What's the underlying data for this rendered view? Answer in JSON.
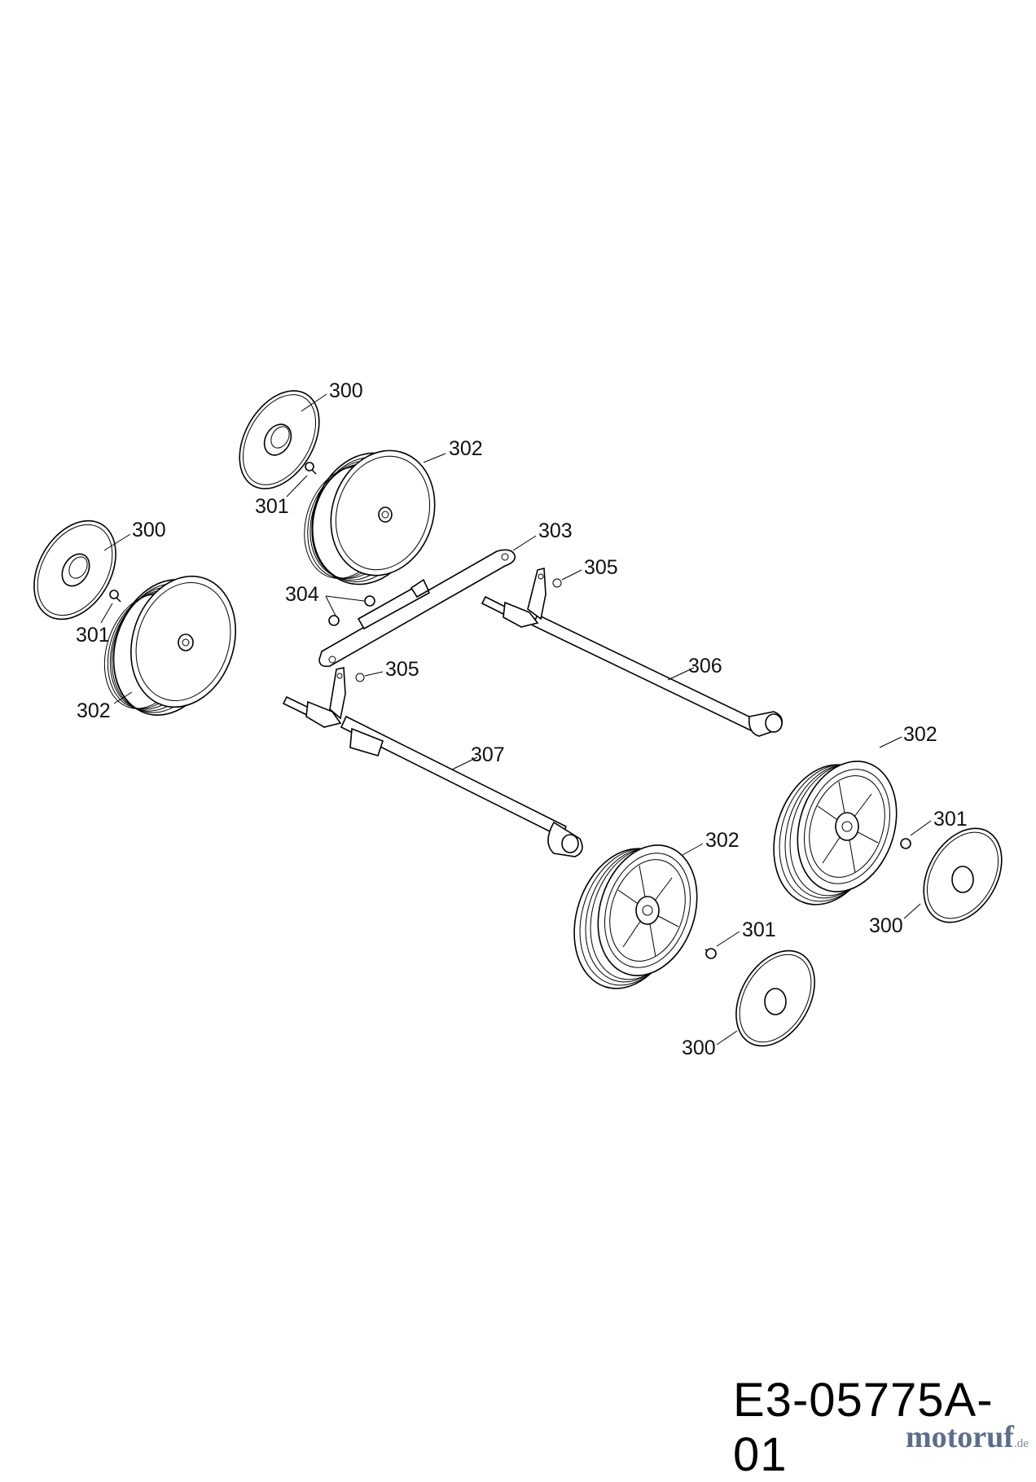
{
  "drawing_number": "E3-05775A-01",
  "watermark": {
    "brand": "motoruf",
    "tld": ".de"
  },
  "labels": {
    "l300a": "300",
    "l301a": "301",
    "l302a": "302",
    "l300b": "300",
    "l301b": "301",
    "l302b": "302",
    "l303": "303",
    "l304": "304",
    "l305a": "305",
    "l305b": "305",
    "l306": "306",
    "l307": "307",
    "l302c": "302",
    "l301c": "301",
    "l300c": "300",
    "l302d": "302",
    "l301d": "301",
    "l300d": "300"
  }
}
